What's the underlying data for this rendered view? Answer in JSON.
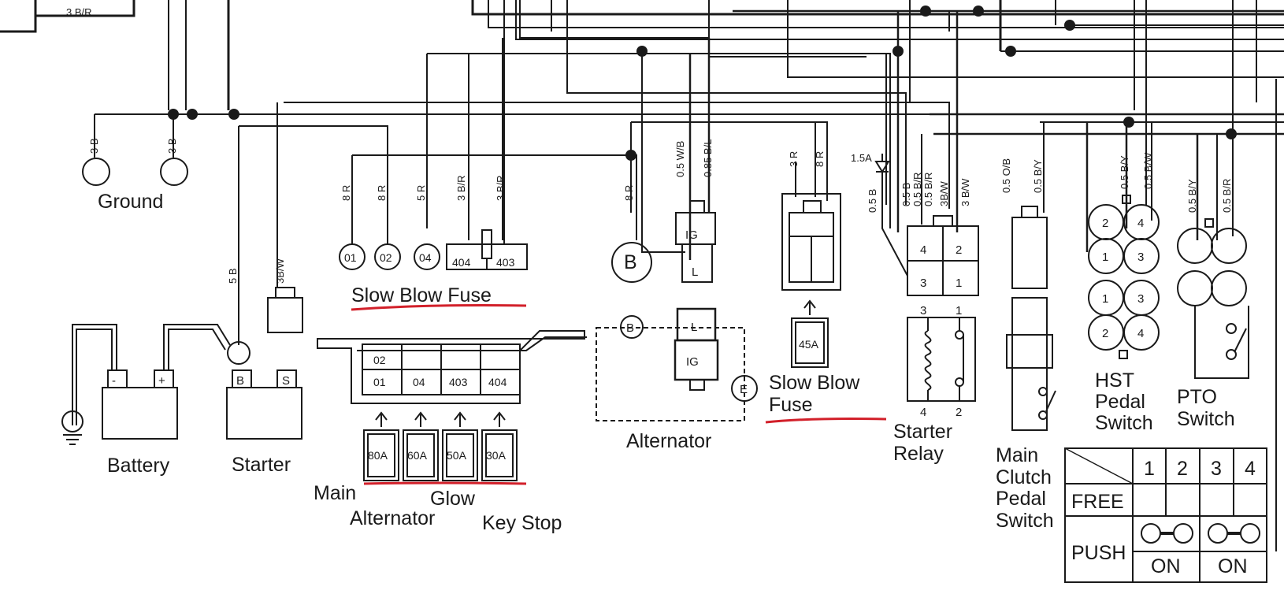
{
  "colors": {
    "ink": "#1a1a1a",
    "underline": "#d2202a",
    "background": "#ffffff"
  },
  "components": {
    "ground": "Ground",
    "battery": "Battery",
    "starter": "Starter",
    "slow_blow_fuse_1": "Slow Blow Fuse",
    "alternator": "Alternator",
    "slow_blow_fuse_2_line1": "Slow Blow",
    "slow_blow_fuse_2_line2": "Fuse",
    "starter_relay_line1": "Starter",
    "starter_relay_line2": "Relay",
    "main_clutch_line1": "Main",
    "main_clutch_line2": "Clutch",
    "main_clutch_line3": "Pedal",
    "main_clutch_line4": "Switch",
    "hst_line1": "HST",
    "hst_line2": "Pedal",
    "hst_line3": "Switch",
    "pto_line1": "PTO",
    "pto_line2": "Switch"
  },
  "fuse_legend": {
    "main": "Main",
    "glow": "Glow",
    "alternator": "Alternator",
    "key_stop": "Key Stop"
  },
  "fuses": {
    "f80": "80A",
    "f60": "60A",
    "f50": "50A",
    "f30": "30A",
    "f45": "45A"
  },
  "fuse_box": {
    "c02": "02",
    "c01": "01",
    "c04": "04",
    "c403": "403",
    "c404": "404"
  },
  "terminals": {
    "t01": "01",
    "t02": "02",
    "t04": "04",
    "t404": "404",
    "t403": "403",
    "b1": "B",
    "b2": "B",
    "e": "E",
    "ig1": "IG",
    "l1": "L",
    "ig2": "IG",
    "l2": "L",
    "batt_minus": "-",
    "batt_plus": "+",
    "starter_b": "B",
    "starter_s": "S",
    "r4": "4",
    "r2": "2",
    "r3": "3",
    "r1": "1",
    "rel3": "3",
    "rel1": "1",
    "rel4": "4",
    "rel2": "2",
    "h2": "2",
    "h4": "4",
    "h1": "1",
    "h3": "3",
    "h1b": "1",
    "h3b": "3",
    "h2b": "2",
    "h4b": "4"
  },
  "wire_labels": {
    "top_3br": "3 B/R",
    "g1": "3 B",
    "g2": "3 B",
    "w8r_1": "8 R",
    "w8r_2": "8 R",
    "w5r": "5 R",
    "w3br_1": "3 B/R",
    "w3br_2": "3 B/R",
    "w5b": "5 B",
    "w3bw": "3B/W",
    "w8r_3": "8 R",
    "w05wb": "0.5 W/B",
    "w085bl": "0.85 B/L",
    "w3r": "3 R",
    "w8r_4": "8 R",
    "diode": "1.5A",
    "w05b_1": "0.5 B",
    "w05b_2": "0.5 B",
    "w05br_1": "0.5 B/R",
    "w05br_2": "0.5 B/R",
    "w3bw_2": "3B/W",
    "w3bw_3": "3 B/W",
    "w05ob": "0.5 O/B",
    "w05by_1": "0.5 B/Y",
    "w05by_2": "0.5 B/Y",
    "w05bw": "0.5 B/W",
    "w05by_3": "0.5 B/Y",
    "w05br_3": "0.5 B/R"
  },
  "switch_table": {
    "cols": [
      "1",
      "2",
      "3",
      "4"
    ],
    "free": "FREE",
    "push": "PUSH",
    "on1": "ON",
    "on2": "ON"
  }
}
